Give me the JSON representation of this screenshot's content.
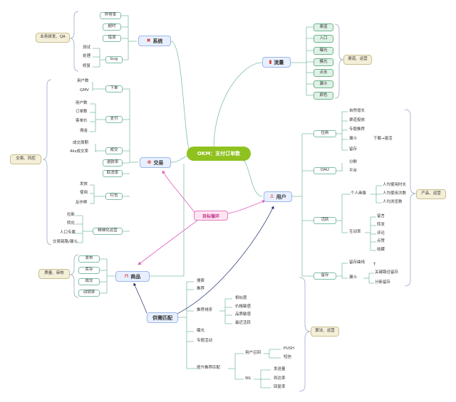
{
  "center": {
    "label": "OKM：支付订单数"
  },
  "goal": {
    "label": "目标循环"
  },
  "branches": {
    "traffic": {
      "label": "流量",
      "icon": "phone-icon"
    },
    "system": {
      "label": "系统",
      "icon": "tools-icon"
    },
    "trade": {
      "label": "交易",
      "icon": "yen-coin-icon"
    },
    "user": {
      "label": "用户",
      "icon": "person-icon"
    },
    "goods": {
      "label": "商品",
      "icon": "bag-icon"
    },
    "supply": {
      "label": "供需匹配"
    }
  },
  "traffic_items": [
    "渠道",
    "入口",
    "曝光",
    "模光",
    "点击",
    "漏斗",
    "颜色"
  ],
  "system_items": {
    "top": [
      "异常率",
      "超时",
      "错误",
      "bug"
    ],
    "bug_children": [
      "测试",
      "处理",
      "修复"
    ]
  },
  "trade_items": {
    "xiadan": "下单",
    "xiadan_children": [
      "用户数",
      "GMV"
    ],
    "zhifu": "支付",
    "zhifu_children": [
      "用户数",
      "订单数",
      "客单价",
      "佣金"
    ],
    "chengjiao": "成交",
    "chengjiao_children": [
      "成交周期",
      "4ks成交率"
    ],
    "tuikuan": "退款率",
    "quxiao": "取消率",
    "hongbao": "红包",
    "hongbao_children": [
      "发放",
      "使用",
      "反作弊"
    ],
    "jingxi": "精细化运营",
    "jingxi_children": [
      "拉新",
      "转化",
      "人口专属",
      "交易链路/漏斗"
    ]
  },
  "user_items": {
    "lake": "拉新",
    "lake_children": [
      "自然增长",
      "渠道投放",
      "专题推荐",
      "漏斗",
      "留存"
    ],
    "lake_funnel_extra": "下载→激活",
    "dau": "DAU",
    "dau_children": [
      "分群",
      "平台"
    ],
    "active": "活跃",
    "personal": "个人画像",
    "personal_children": [
      "人均使用时长",
      "人均使用次数",
      "人均浏览数"
    ],
    "interact": "互动率",
    "interact_children": [
      "留言",
      "转发",
      "评论",
      "点赞",
      "收藏"
    ],
    "retain": "留存",
    "retain_children": [
      "留存曲线",
      "漏斗"
    ],
    "retain_t": "T",
    "retain_funnel_children": [
      "关键路径留存",
      "分新留存"
    ]
  },
  "goods_items": [
    "发布",
    "库存",
    "成交",
    "动销率"
  ],
  "supply_items": {
    "top": [
      "搜索",
      "推荐",
      "推荐排序",
      "曝光",
      "专题活动",
      "提升推荐匹配"
    ],
    "sort_children": [
      "相似度",
      "价格敏感",
      "品质敏感",
      "最近活跃"
    ],
    "user_recall": "用户召回",
    "user_recall_children": [
      "PUSH",
      "短信"
    ],
    "wl": "WL",
    "wl_children": [
      "发送量",
      "到达率",
      "回复率"
    ]
  },
  "stickers": {
    "system": "业务研发、QA",
    "traffic": "渠道、运营",
    "trade": "交易、风控",
    "user": "产品、运营",
    "goods": "质量、审核",
    "supply": "算法、运营"
  },
  "colors": {
    "teal": "#7fbfa6",
    "green": "#6db58a",
    "pink": "#e27bbf",
    "olive": "#8fc21f",
    "navy": "#1e2d6e",
    "sticker": "#f4efd9"
  }
}
